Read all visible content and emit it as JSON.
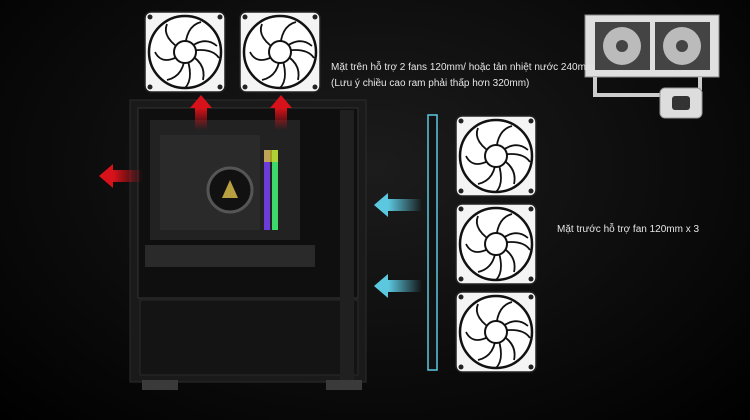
{
  "top_note": {
    "line1": "Mặt trên hỗ trợ 2 fans 120mm/ hoặc tản nhiệt nước 240mm",
    "line2": "(Lưu ý chiều cao ram phải thấp hơn 320mm)"
  },
  "front_note": "Mặt trước hỗ trợ fan 120mm x 3",
  "colors": {
    "exhaust_arrow": "#d8121a",
    "intake_arrow": "#5cc8e0",
    "background": "#111111"
  }
}
